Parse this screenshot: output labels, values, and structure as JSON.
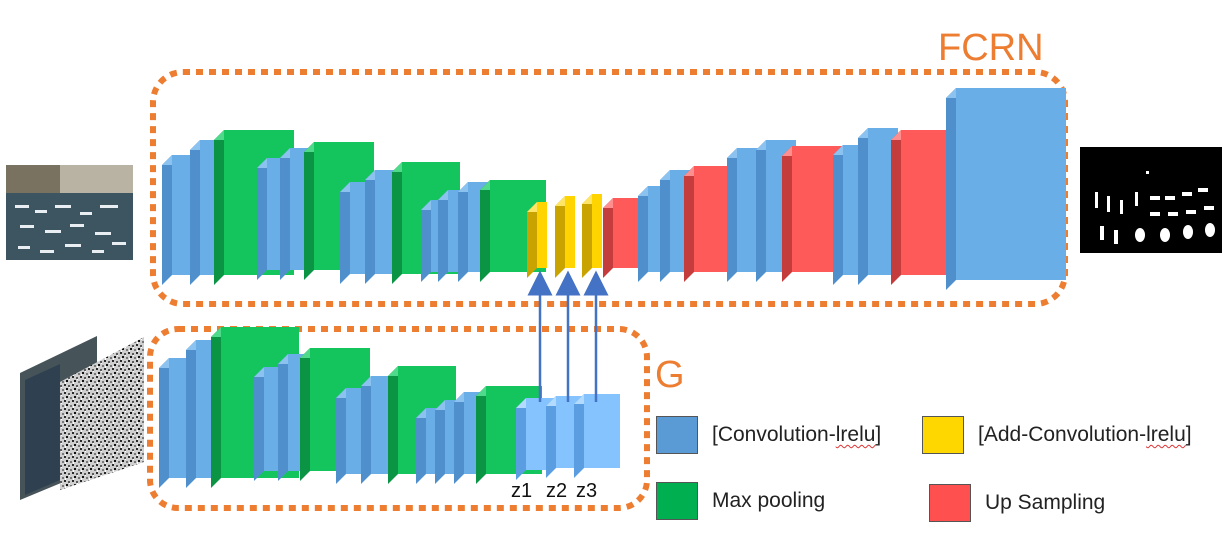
{
  "diagram": {
    "fcrn_label": "FCRN",
    "g_label": "G",
    "z_labels": [
      "z1",
      "z2",
      "z3"
    ]
  },
  "legend": {
    "conv": {
      "pre": "[Convolution-",
      "term": "lrelu",
      "post": "]",
      "color": "#5b9bd5"
    },
    "add_conv": {
      "pre": "[Add-Convolution-",
      "term": "lrelu",
      "post": "]",
      "color": "#ffd700"
    },
    "max_pool": {
      "label": "Max pooling",
      "color": "#00b050"
    },
    "up_sampling": {
      "label": "Up Sampling",
      "color": "#ff5050"
    }
  },
  "colors": {
    "accent_orange": "#ed7d31",
    "conv_blue": "#6aaee8",
    "pool_green": "#14c45c",
    "add_yellow": "#ffd400",
    "up_red": "#ff5a5a",
    "latent_blue": "#85c3ff",
    "arrow_blue": "#4472c4"
  }
}
